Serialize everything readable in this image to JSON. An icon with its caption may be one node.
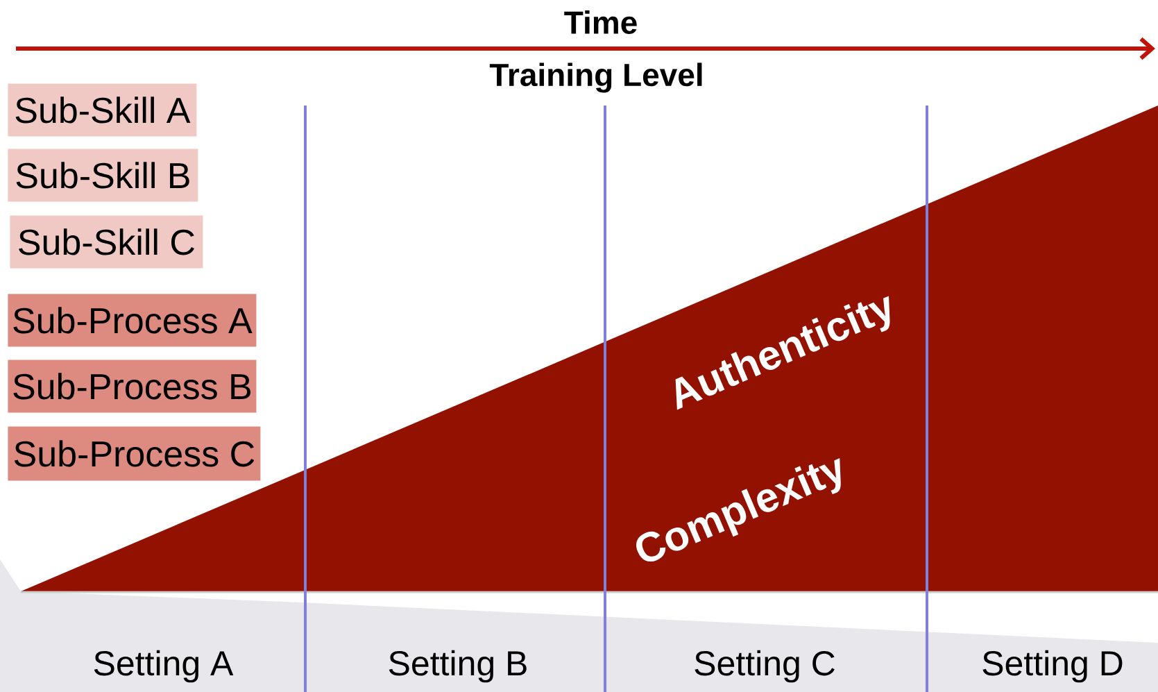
{
  "diagram": {
    "nodes": [
      {
        "text": [
          "Sub-Skill A"
        ]
      },
      {
        "text": [
          "Sub-Skill B"
        ]
      },
      {
        "text": [
          "Sub-Skill C"
        ]
      },
      {
        "text": [
          "Sub-Process A"
        ]
      },
      {
        "text": [
          "Sub-Process B"
        ]
      },
      {
        "text": [
          "Sub-Process C"
        ]
      },
      {
        "text": [
          "Authenticity",
          "Complexity"
        ]
      }
    ],
    "edges": [],
    "labels": [
      "Time",
      "Training Level",
      "Setting A",
      "Setting B",
      "Setting C",
      "Setting D"
    ]
  }
}
